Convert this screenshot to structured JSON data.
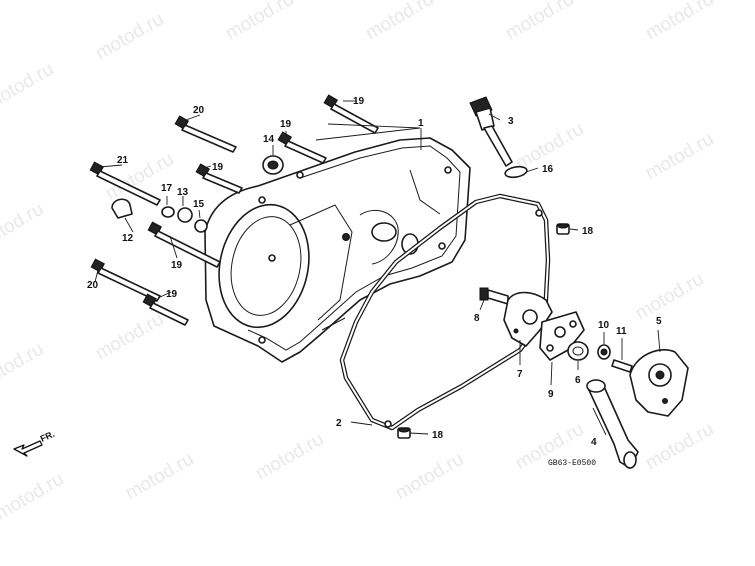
{
  "diagram": {
    "watermark": "motod.ru",
    "diagram_code": "GB63-E0500",
    "direction_label": "FR.",
    "callouts": {
      "c1": "1",
      "c2": "2",
      "c3": "3",
      "c4": "4",
      "c5": "5",
      "c6": "6",
      "c7": "7",
      "c8": "8",
      "c9": "9",
      "c10": "10",
      "c11": "11",
      "c12": "12",
      "c13": "13",
      "c14": "14",
      "c15": "15",
      "c16": "16",
      "c17": "17",
      "c18a": "18",
      "c18b": "18",
      "c19a": "19",
      "c19b": "19",
      "c19c": "19",
      "c19d": "19",
      "c19e": "19",
      "c20a": "20",
      "c20b": "20",
      "c21": "21"
    }
  }
}
